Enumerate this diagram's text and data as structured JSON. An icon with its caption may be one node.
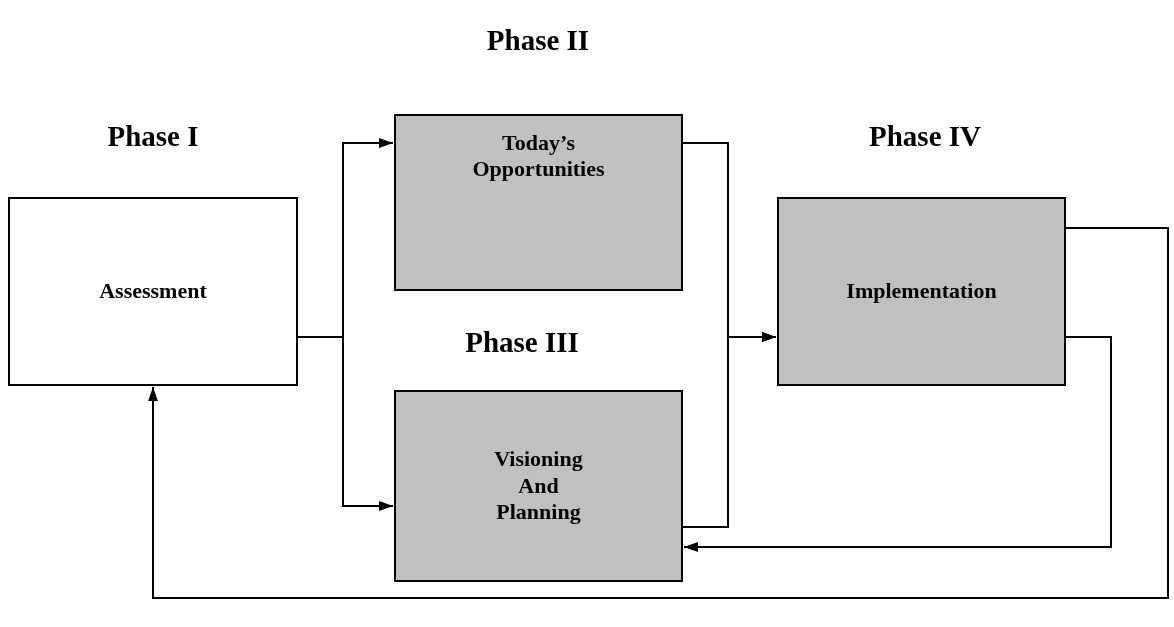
{
  "diagram": {
    "nodes": [
      {
        "text": [
          "Assessment"
        ],
        "beside": [
          "Phase I"
        ]
      },
      {
        "text": [
          "Today’s Opportunities"
        ],
        "beside": [
          "Phase II"
        ]
      },
      {
        "text": [
          "Visioning And Planning"
        ],
        "beside": [
          "Phase III"
        ]
      },
      {
        "text": [
          "Implementation"
        ],
        "beside": [
          "Phase IV"
        ]
      }
    ],
    "edges": [
      {
        "from": 0,
        "to": 1,
        "arrow": "to"
      },
      {
        "from": 0,
        "to": 2,
        "arrow": "to"
      },
      {
        "from": 1,
        "to": 3,
        "arrow": "to"
      },
      {
        "from": 2,
        "to": 3,
        "arrow": "to"
      },
      {
        "from": 3,
        "to": 2,
        "arrow": "to"
      },
      {
        "from": 3,
        "to": 0,
        "arrow": "to"
      }
    ]
  }
}
